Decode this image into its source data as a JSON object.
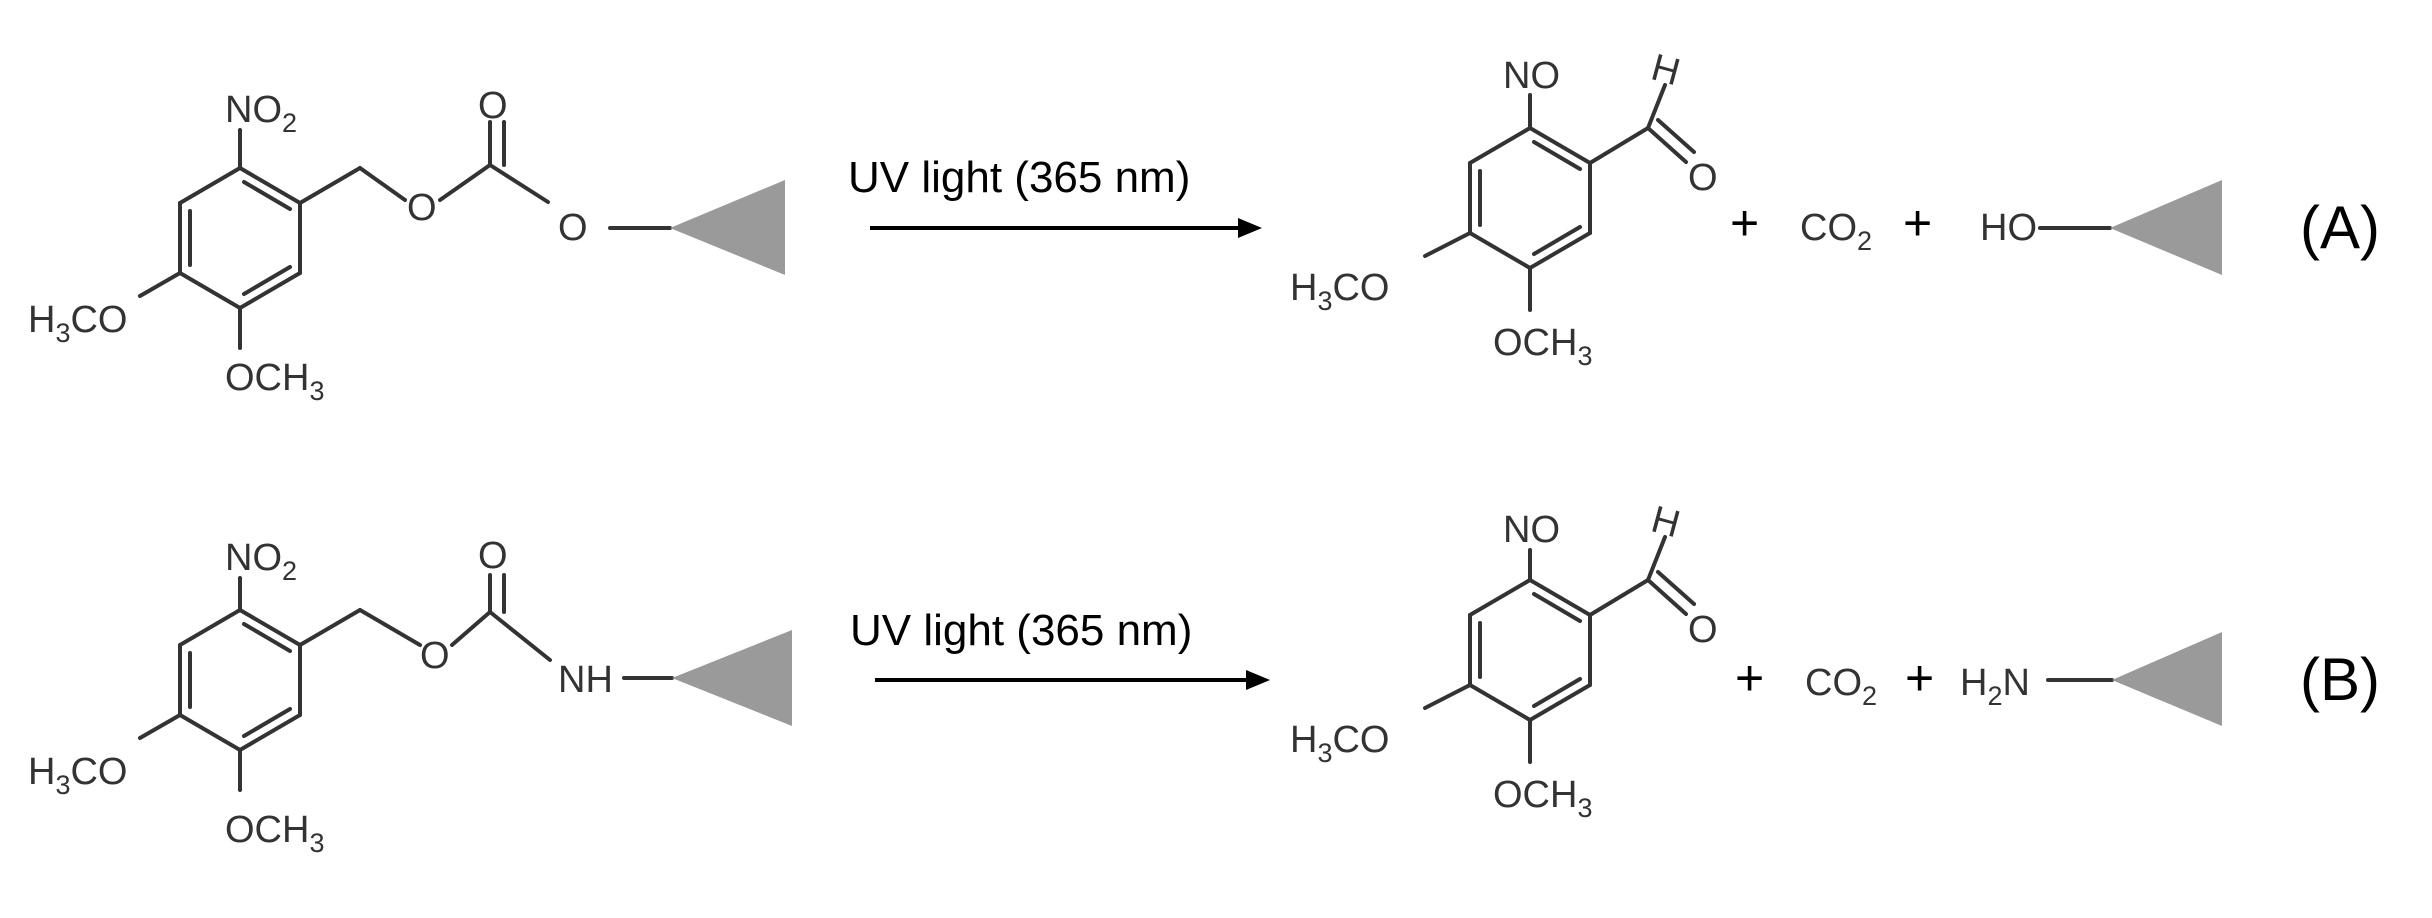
{
  "reactions": [
    {
      "tag": "(A)",
      "condition": "UV light  (365 nm)",
      "reactant": {
        "nitro": "NO",
        "nitro_sub": "2",
        "carbonyl_o": "O",
        "ester_o": "O",
        "leaving": "O",
        "meo_left": "H",
        "meo_left_sub": "3",
        "meo_left_tail": "CO",
        "meo_bottom": "OCH",
        "meo_bottom_sub": "3"
      },
      "product": {
        "nitroso": "NO",
        "aldehyde_h": "H",
        "aldehyde_o": "O",
        "meo_left": "H",
        "meo_left_sub": "3",
        "meo_left_tail": "CO",
        "meo_bottom": "OCH",
        "meo_bottom_sub": "3"
      },
      "plus1": "+",
      "co2": "CO",
      "co2_sub": "2",
      "plus2": "+",
      "released": "HO",
      "released_sub": "",
      "released_tail": ""
    },
    {
      "tag": "(B)",
      "condition": "UV light  (365 nm)",
      "reactant": {
        "nitro": "NO",
        "nitro_sub": "2",
        "carbonyl_o": "O",
        "ester_o": "O",
        "leaving": "NH",
        "meo_left": "H",
        "meo_left_sub": "3",
        "meo_left_tail": "CO",
        "meo_bottom": "OCH",
        "meo_bottom_sub": "3"
      },
      "product": {
        "nitroso": "NO",
        "aldehyde_h": "H",
        "aldehyde_o": "O",
        "meo_left": "H",
        "meo_left_sub": "3",
        "meo_left_tail": "CO",
        "meo_bottom": "OCH",
        "meo_bottom_sub": "3"
      },
      "plus1": "+",
      "co2": "CO",
      "co2_sub": "2",
      "plus2": "+",
      "released": "H",
      "released_sub": "2",
      "released_tail": "N"
    }
  ]
}
